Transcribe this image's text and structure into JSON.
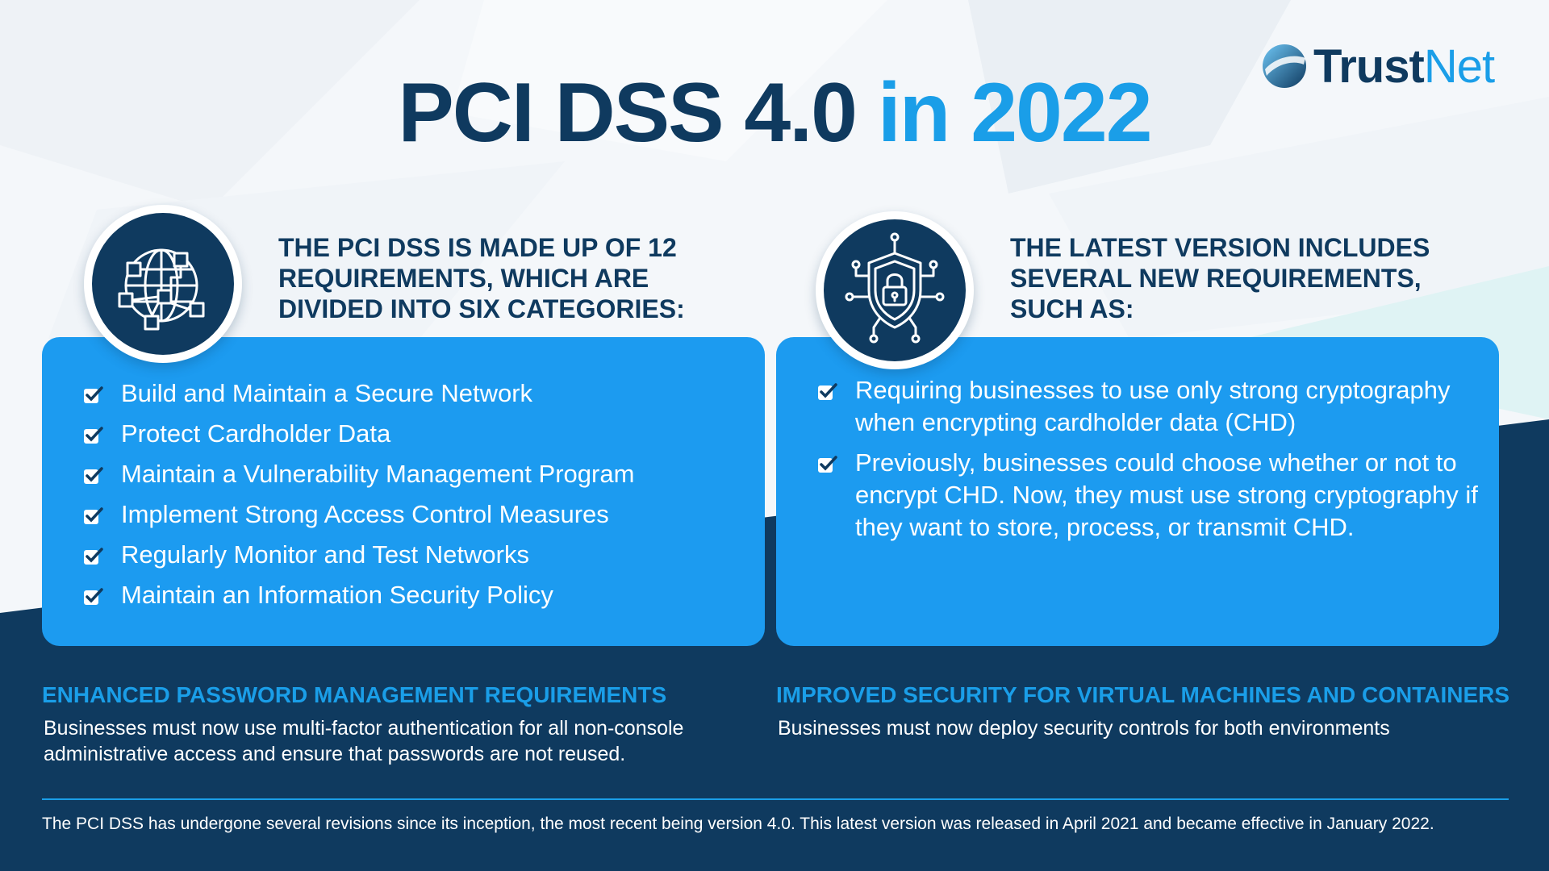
{
  "brand": {
    "name_part1": "Trust",
    "name_part2": "Net",
    "colors": {
      "navy": "#0f3a5f",
      "blue": "#1a9ee8",
      "panel_blue": "#1c9bf0",
      "background": "#f3f6f9"
    }
  },
  "title": {
    "part1": "PCI DSS 4.0",
    "part2": "in 2022"
  },
  "left_section": {
    "icon": "globe-network-icon",
    "heading": "THE PCI DSS IS MADE UP OF 12 REQUIREMENTS, WHICH ARE DIVIDED INTO SIX CATEGORIES:",
    "items": [
      "Build and Maintain a Secure Network",
      "Protect Cardholder Data",
      "Maintain a Vulnerability Management Program",
      "Implement Strong Access Control Measures",
      "Regularly Monitor and Test Networks",
      "Maintain an Information Security Policy"
    ]
  },
  "right_section": {
    "icon": "shield-lock-icon",
    "heading": "THE LATEST VERSION INCLUDES SEVERAL NEW REQUIREMENTS, SUCH AS:",
    "items": [
      "Requiring businesses to use only strong cryptography when encrypting cardholder data (CHD)",
      "Previously, businesses could choose whether or not to encrypt CHD. Now, they must use strong cryptography if they want to store, process, or transmit CHD."
    ]
  },
  "password_section": {
    "heading": "ENHANCED PASSWORD MANAGEMENT REQUIREMENTS",
    "text": "Businesses must now use multi-factor authentication for all non-console administrative access and ensure that passwords are not reused."
  },
  "vm_section": {
    "heading": "IMPROVED SECURITY FOR VIRTUAL MACHINES AND CONTAINERS",
    "text": "Businesses must now deploy security controls for both environments"
  },
  "footnote": "The PCI DSS has undergone several revisions since its inception, the most recent being version 4.0. This latest version was released in April 2021 and became effective in January 2022."
}
